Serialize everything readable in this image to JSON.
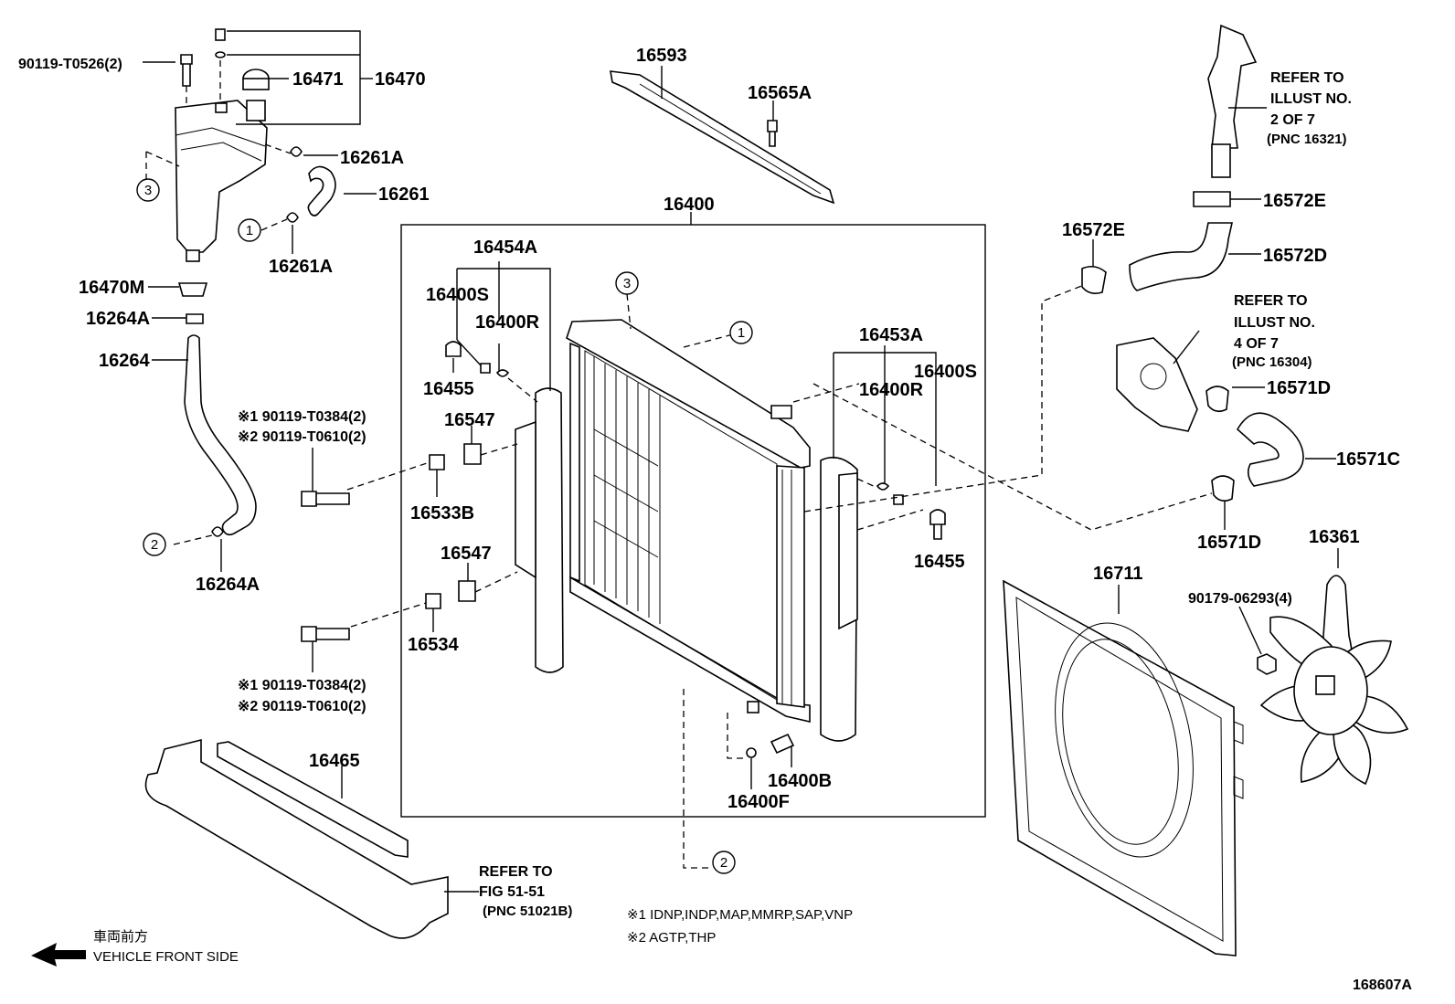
{
  "diagram_id": "168607A",
  "callouts": {
    "c1": "90119-T0526(2)",
    "c2": "16471",
    "c3": "16470",
    "c4": "16261A",
    "c5": "16261",
    "c6": "16261A",
    "c7": "16470M",
    "c8": "16264A",
    "c9": "16264",
    "c10": "16264A",
    "c11": "16593",
    "c12": "16565A",
    "c13": "16400",
    "c14": "16454A",
    "c15": "16400S",
    "c16": "16400R",
    "c17": "16455",
    "c18": "16547",
    "c19": "16533B",
    "c20": "16547",
    "c21": "16534",
    "c22": "16453A",
    "c23": "16400S",
    "c24": "16400R",
    "c25": "16455",
    "c26": "16400B",
    "c27": "16400F",
    "c28": "16465",
    "c29": "16572E",
    "c30": "16572E",
    "c31": "16572D",
    "c32": "16571D",
    "c33": "16571C",
    "c34": "16571D",
    "c35": "16711",
    "c36": "16361",
    "c37": "90179-06293(4)"
  },
  "bolt_notes": {
    "upper_1": "※1 90119-T0384(2)",
    "upper_2": "※2 90119-T0610(2)",
    "lower_1": "※1 90119-T0384(2)",
    "lower_2": "※2 90119-T0610(2)"
  },
  "refer_notes": {
    "illust2": [
      "REFER TO",
      "ILLUST NO.",
      "2 OF 7",
      "(PNC 16321)"
    ],
    "illust4": [
      "REFER TO",
      "ILLUST NO.",
      "4 OF 7",
      "(PNC 16304)"
    ],
    "fig51": [
      "REFER TO",
      "FIG 51-51",
      "(PNC 51021B)"
    ]
  },
  "footnotes": {
    "note1": "※1 IDNP,INDP,MAP,MMRP,SAP,VNP",
    "note2": "※2 AGTP,THP"
  },
  "direction": {
    "jp": "車両前方",
    "en": "VEHICLE FRONT SIDE"
  },
  "circle_refs": {
    "one": "1",
    "two": "2",
    "three": "3"
  }
}
